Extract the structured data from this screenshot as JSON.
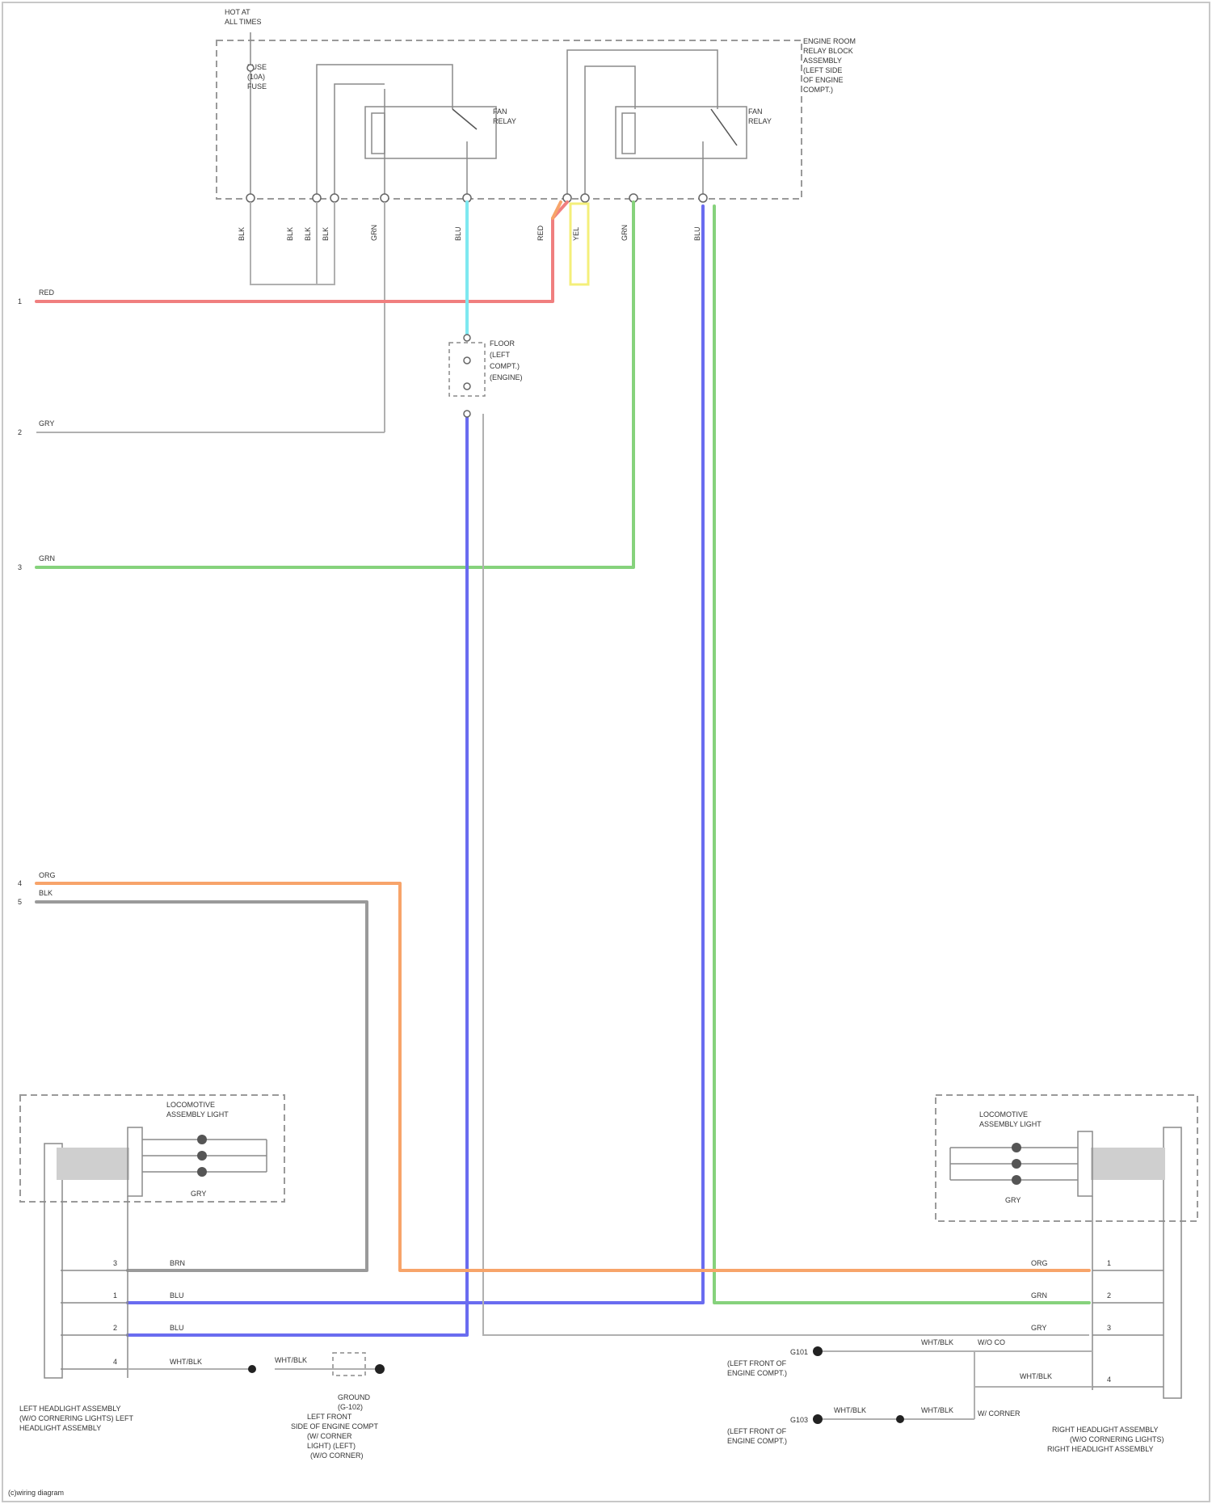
{
  "diagram": {
    "footer": "(c)wiring diagram",
    "modules": {
      "fuse_relay_box": {
        "name": [
          "ENGINE ROOM",
          "RELAY BLOCK",
          "ASSEMBLY",
          "(LEFT SIDE",
          "OF ENGINE",
          "COMPT.)"
        ],
        "relay1": [
          "FAN",
          "RELAY"
        ],
        "relay2": [
          "FAN",
          "RELAY"
        ],
        "fuse": [
          "HOT AT",
          "ALL TIMES"
        ],
        "fuse_label": [
          "FUSE",
          "(10A)",
          "FUSE"
        ]
      },
      "splice": [
        "FLOOR",
        "(LEFT",
        "COMPT.)",
        "(ENGINE)"
      ],
      "left_lamp": {
        "name": [
          "LEFT HEADLIGHT ASSEMBLY",
          "(W/O CORNERING LIGHTS) LEFT",
          "HEADLIGHT ASSEMBLY"
        ],
        "inner": [
          "LOCOMOTIVE",
          "ASSEMBLY LIGHT"
        ],
        "inner_bottom": "GRY",
        "ground": [
          "GROUND",
          "(G-102)",
          "LEFT FRONT",
          "SIDE OF ENGINE COMPT",
          "(W/ CORNER",
          "LIGHT) (LEFT)",
          "(W/O CORNER)"
        ]
      },
      "right_lamp": {
        "name": [
          "RIGHT HEADLIGHT ASSEMBLY",
          "(W/O CORNERING LIGHTS)",
          "RIGHT HEADLIGHT ASSEMBLY"
        ],
        "inner": [
          "LOCOMOTIVE",
          "ASSEMBLY LIGHT"
        ],
        "inner_bottom": "GRY",
        "ground1": [
          "G101",
          "(LEFT FRONT OF",
          "ENGINE COMPT.)"
        ],
        "ground2": [
          "G103",
          "(LEFT FRONT OF",
          "ENGINE COMPT.)"
        ],
        "side_labels": [
          "W/O CO",
          "W/ CORNER"
        ]
      }
    },
    "left_edge_labels": [
      {
        "code": "RED",
        "pin": "1"
      },
      {
        "code": "GRY",
        "pin": "2"
      },
      {
        "code": "GRN",
        "pin": "3"
      },
      {
        "code": "ORG",
        "pin": "4"
      },
      {
        "code": "BLK",
        "pin": "5"
      }
    ],
    "connector_labels": [
      "BLK",
      "BLK",
      "BLK",
      "BLK",
      "RED",
      "BLU",
      "YEL",
      "GRN",
      "GRN",
      "BLU"
    ],
    "left_lamp_wires": [
      {
        "pin": "3",
        "code": "BRN"
      },
      {
        "pin": "1",
        "code": "BLU"
      },
      {
        "pin": "2",
        "code": "BLU"
      },
      {
        "pin": "4",
        "code": "WHT/BLK"
      }
    ],
    "right_lamp_wires": [
      {
        "pin": "1",
        "code": "ORG"
      },
      {
        "pin": "2",
        "code": "GRN"
      },
      {
        "pin": "3",
        "code": "GRY"
      },
      {
        "pin": "4",
        "code": "WHT/BLK"
      }
    ],
    "ground_wire_labels": [
      "WHT/BLK",
      "WHT/BLK",
      "WHT/BLK",
      "WHT/BLK"
    ],
    "wire_colors": {
      "red": "#f07f7f",
      "cyan": "#7ee8f0",
      "green": "#86d27c",
      "blue": "#6a6cf0",
      "orange": "#f7a46a",
      "gray": "#9a9a9a",
      "yellow": "#f4ef7a"
    }
  }
}
